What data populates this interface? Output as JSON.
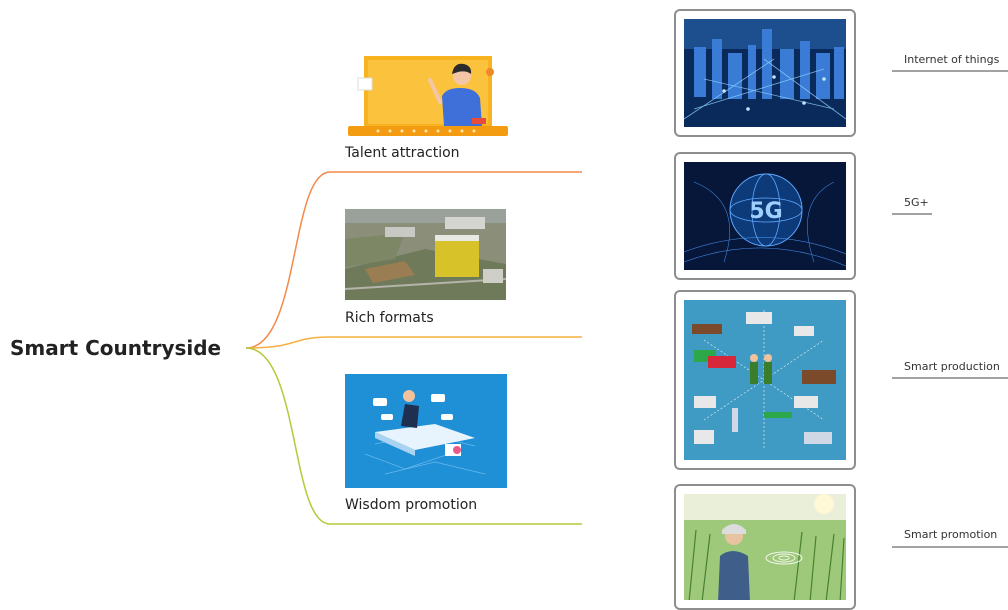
{
  "root": {
    "title": "Smart Countryside"
  },
  "branches": [
    {
      "label": "Talent attraction",
      "color": "#f28a4a"
    },
    {
      "label": "Rich formats",
      "color": "#f5b041"
    },
    {
      "label": "Wisdom promotion",
      "color": "#b5c93a"
    }
  ],
  "side_topics": [
    {
      "label": "Internet of things"
    },
    {
      "label": "5G+"
    },
    {
      "label": "Smart production"
    },
    {
      "label": "Smart promotion"
    }
  ]
}
